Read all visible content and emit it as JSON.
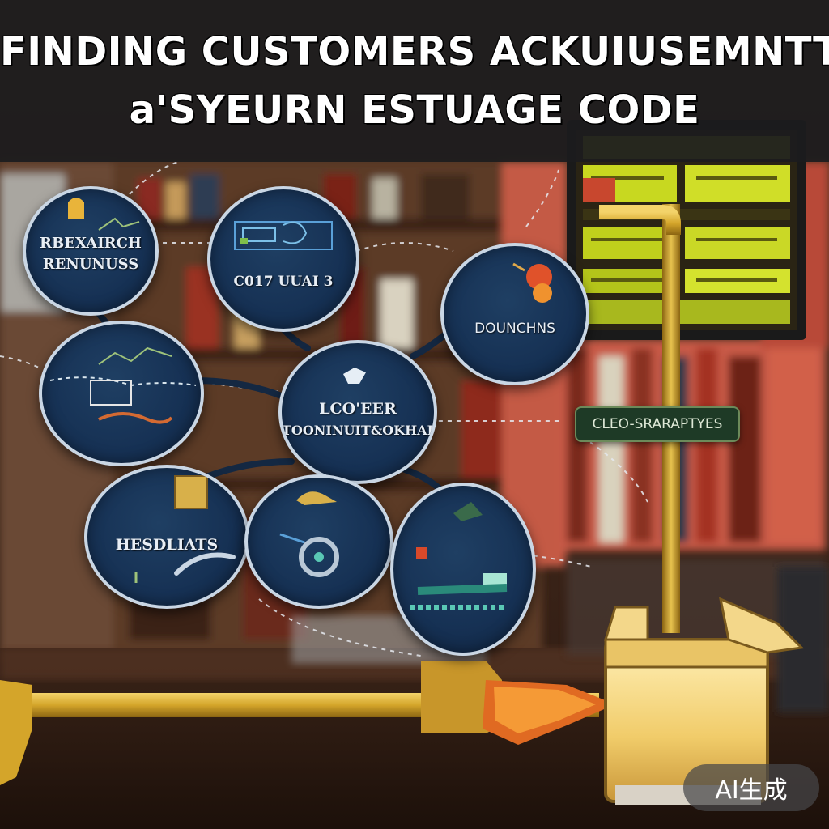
{
  "title": {
    "line1": "FINDING CUSTOMERS ACKUIUSEMNTT",
    "line2": "a'SYEURN ESTUAGE CODE"
  },
  "nodes": [
    {
      "id": "research",
      "label_lines": [
        "RBEXAIRCH",
        "RENUNUSS"
      ]
    },
    {
      "id": "c017",
      "label_lines": [
        "C017 UUAI 3"
      ]
    },
    {
      "id": "douncings",
      "label_lines": [
        "DOUNCHNS"
      ]
    },
    {
      "id": "chart",
      "label_lines": []
    },
    {
      "id": "center",
      "label_lines": [
        "LCO'EER",
        "TOONINUIT&OKHAD"
      ]
    },
    {
      "id": "hesdliats",
      "label_lines": [
        "HESDLIATS"
      ]
    },
    {
      "id": "gear",
      "label_lines": []
    },
    {
      "id": "machine",
      "label_lines": []
    }
  ],
  "side_label": "CLEO-SRARAPTYES",
  "badge": "AI生成",
  "colors": {
    "node_fill": "#163154",
    "node_border": "#c9d6e4",
    "pipe_gold": "#d4a52a",
    "title_band": "#1c1c1e",
    "screen_green": "#c8d820"
  }
}
